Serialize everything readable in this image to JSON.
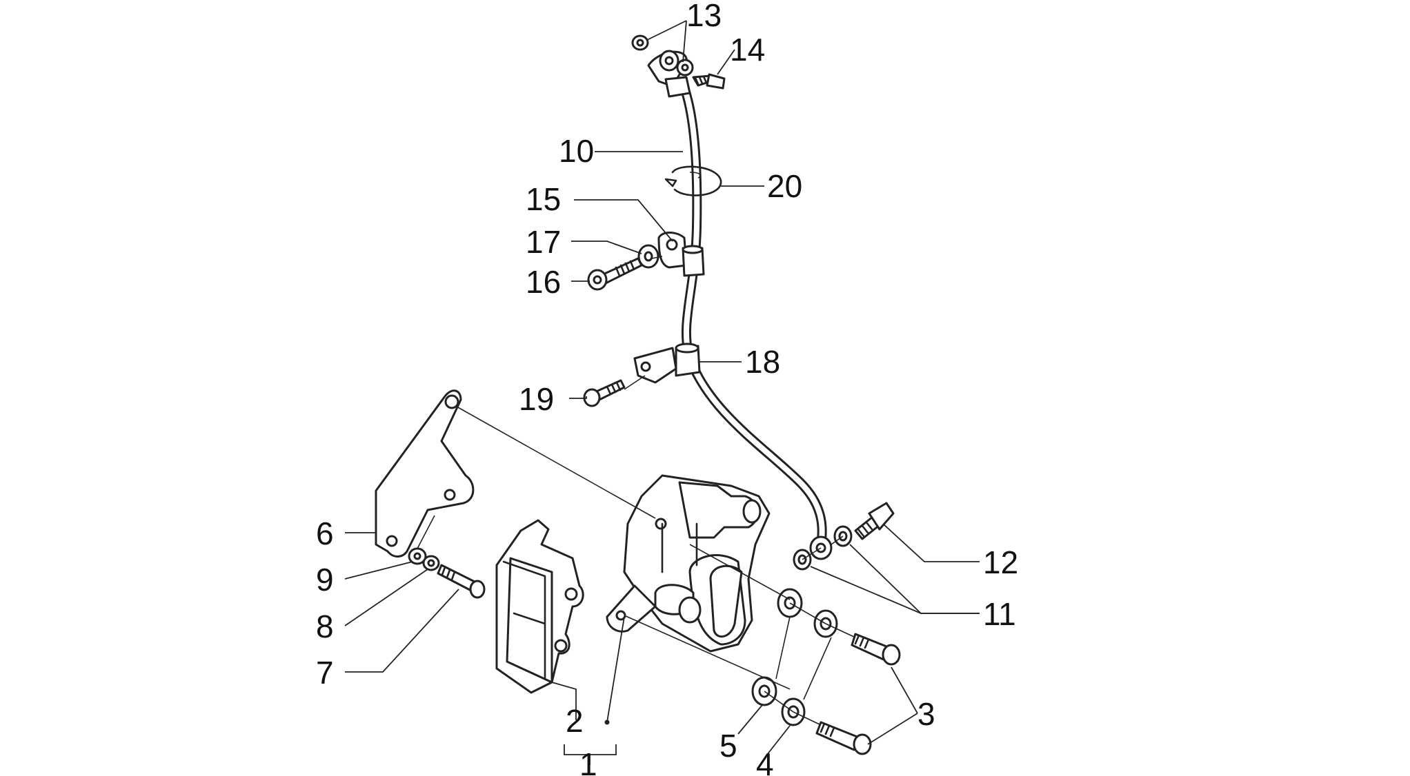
{
  "diagram": {
    "callouts": [
      {
        "id": "13",
        "text": "13"
      },
      {
        "id": "14",
        "text": "14"
      },
      {
        "id": "10",
        "text": "10"
      },
      {
        "id": "20",
        "text": "20"
      },
      {
        "id": "15",
        "text": "15"
      },
      {
        "id": "17",
        "text": "17"
      },
      {
        "id": "16",
        "text": "16"
      },
      {
        "id": "18",
        "text": "18"
      },
      {
        "id": "19",
        "text": "19"
      },
      {
        "id": "6",
        "text": "6"
      },
      {
        "id": "9",
        "text": "9"
      },
      {
        "id": "8",
        "text": "8"
      },
      {
        "id": "7",
        "text": "7"
      },
      {
        "id": "2",
        "text": "2"
      },
      {
        "id": "1",
        "text": "1"
      },
      {
        "id": "5",
        "text": "5"
      },
      {
        "id": "4",
        "text": "4"
      },
      {
        "id": "3",
        "text": "3"
      },
      {
        "id": "11",
        "text": "11"
      },
      {
        "id": "12",
        "text": "12"
      }
    ]
  }
}
